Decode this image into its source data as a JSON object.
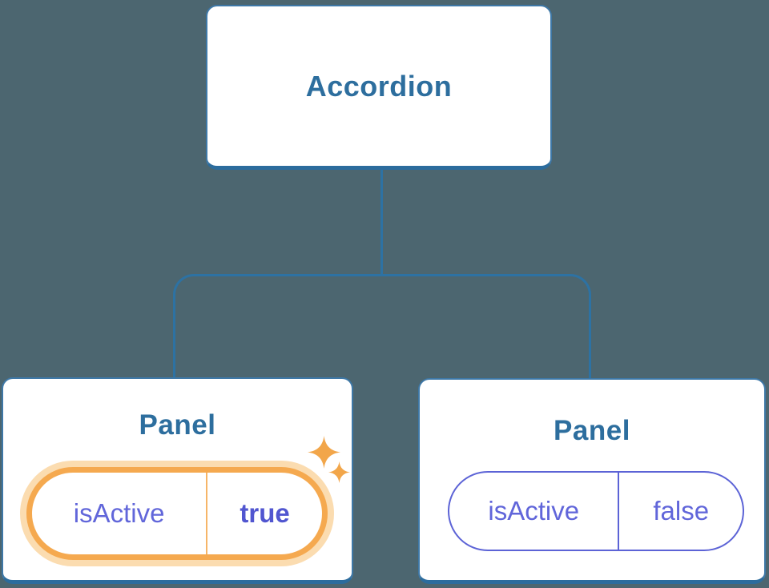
{
  "diagram": {
    "root": {
      "label": "Accordion"
    },
    "panels": [
      {
        "title": "Panel",
        "state": {
          "prop_label": "isActive",
          "value_label": "true",
          "highlighted": true
        },
        "icon": "sparkles-icon"
      },
      {
        "title": "Panel",
        "state": {
          "prop_label": "isActive",
          "value_label": "false",
          "highlighted": false
        }
      }
    ]
  },
  "colors": {
    "background": "#4C6670",
    "card_background": "#FFFFFF",
    "card_border": "#3E78A7",
    "card_border_bottom": "#2C6C9D",
    "connector": "#2D72A3",
    "heading_text": "#2D6E9E",
    "state_text": "#6166DA",
    "state_value_bold_text": "#5156D0",
    "highlight_border": "#F5A94F",
    "highlight_halo": "#FBDCB0",
    "highlight_divider": "#F6B568",
    "inactive_border": "#5C63D6",
    "sparkle": "#F2A64A"
  }
}
